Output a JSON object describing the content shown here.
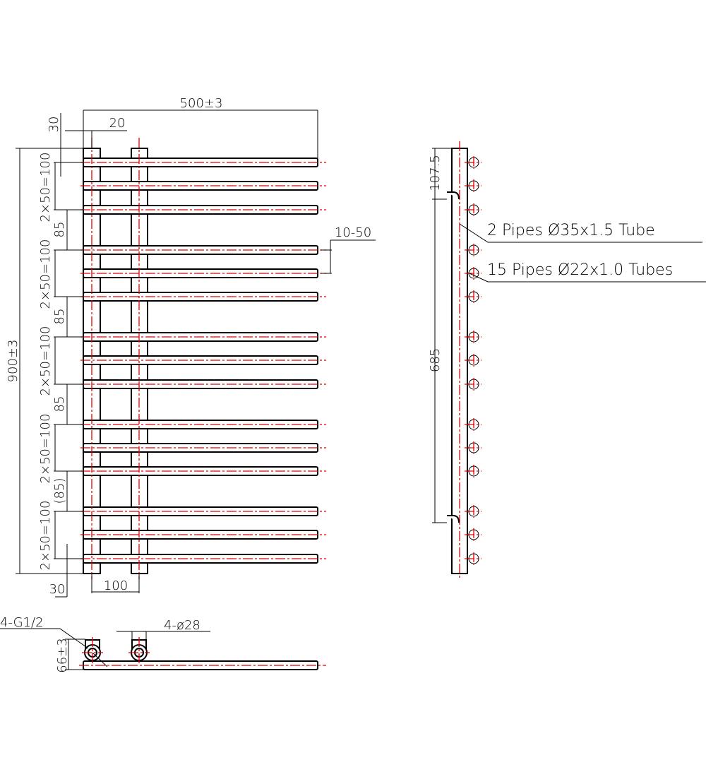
{
  "front_view": {
    "overall_width": "500±3",
    "overall_height": "900±3",
    "top_offset": "30",
    "bottom_offset": "30",
    "collector_width": "20",
    "collector_spacing": "100",
    "group_pitch": [
      "2×50=100",
      "2×50=100",
      "2×50=100",
      "2×50=100",
      "2×50=100"
    ],
    "group_gaps": [
      "85",
      "85",
      "85",
      "(85)"
    ],
    "bar_offset": "10-50"
  },
  "side_view": {
    "top_bracket": "107.5",
    "bracket_spacing": "685",
    "callout_tube": "2 Pipes Ø35x1.5  Tube",
    "callout_bars": "15 Pipes Ø22x1.0 Tubes"
  },
  "top_view": {
    "thread": "4-G1/2",
    "diameter": "4-ø28",
    "depth": "66±3"
  },
  "colors": {
    "line": "#000000",
    "centerline": "#e00000"
  }
}
